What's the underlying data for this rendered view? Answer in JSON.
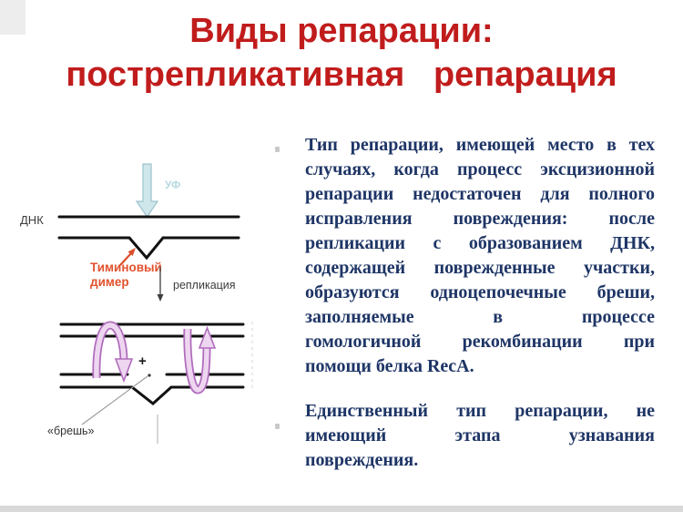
{
  "slide": {
    "title": "Виды репарации:\nпострепликативная   репарация",
    "title_color": "#c11c1c",
    "background": "#ffffff"
  },
  "diagram": {
    "dna_label": "ДНК",
    "uv_label": "УФ",
    "thymine_dimer_label": [
      "Тиминовый",
      "димер"
    ],
    "replication_label": "репликация",
    "plus_label": "+",
    "gap_label": "«брешь»",
    "colors": {
      "strand": "#111111",
      "uv_arrow_fill": "#cfe6ea",
      "uv_arrow_edge": "#9dc3cd",
      "dimer_label": "#e2512e",
      "recombination_arrow_fill": "#eed6f0",
      "recombination_arrow_edge": "#b06cbc"
    }
  },
  "body": {
    "text_color": "#1e3566",
    "paragraph1_lines": [
      "Тип репарации, имеющей место в тех",
      "случаях, когда процесс эксцизионной",
      "репарации недостаточен для полного",
      "исправления повреждения: после",
      "репликации с образованием ДНК,",
      "содержащей поврежденные участки,",
      "образуются одноцепочечные бреши,",
      "заполняемые в процессе",
      "гомологичной рекомбинации при",
      "помощи белка RecA."
    ],
    "paragraph2_lines": [
      "Единственный тип репарации, не",
      "имеющий этапа узнавания",
      "повреждения."
    ]
  }
}
